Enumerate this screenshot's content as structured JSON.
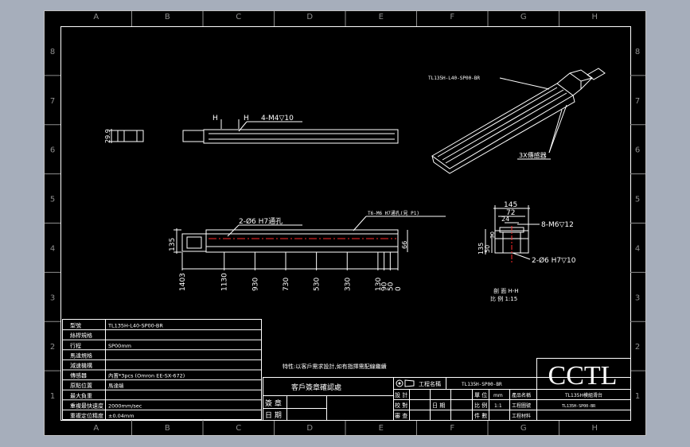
{
  "colors": {
    "background": "#a6aebb",
    "sheet": "#000000",
    "line": "#ffffff",
    "frame": "#c0c0c0",
    "centerline": "#ff2a2a"
  },
  "grid": {
    "columns": [
      "A",
      "B",
      "C",
      "D",
      "E",
      "F",
      "G",
      "H"
    ],
    "rows": [
      "8",
      "7",
      "6",
      "5",
      "4",
      "3",
      "2",
      "1"
    ]
  },
  "iso_view": {
    "model_label": "TL135H-L40-SP00-BR",
    "sensor_label": "3X傳感器"
  },
  "side_view": {
    "dim_height": "29.9",
    "label_h_left": "H",
    "label_h_right": "H",
    "thread_callout": "4-M4▽10"
  },
  "front_view": {
    "hole_callout": "2-Ø6 H7通孔",
    "slot_callout": "T6-M6 H7通孔(見 P1)",
    "dim_height_left": "135",
    "dim_height_right": "66",
    "dims": [
      "1403",
      "1130",
      "930",
      "730",
      "530",
      "330",
      "130",
      "90",
      "50",
      "0"
    ]
  },
  "section_view": {
    "width_total": "145",
    "width_mid": "72",
    "width_small": "24",
    "height_total": "135",
    "height_a": "50",
    "height_b": "30",
    "thread_callout": "8-M6▽12",
    "hole_callout": "2-Ø6 H7▽10",
    "section_title": "剖 面 H-H",
    "scale": "比 例 1:15"
  },
  "note": "特性:以客戶需求設計,如有指擇需配線繼續",
  "spec_table": {
    "rows": [
      {
        "label": "型號",
        "value": "TL135H-L40-SP00-BR"
      },
      {
        "label": "絲桿規格",
        "value": ""
      },
      {
        "label": "行程",
        "value": "SP00mm"
      },
      {
        "label": "馬達規格",
        "value": ""
      },
      {
        "label": "減速機構",
        "value": ""
      },
      {
        "label": "傳感器",
        "value": "內置*3pcs (Omron EE-SX-672)"
      },
      {
        "label": "原點位置",
        "value": "馬達端"
      },
      {
        "label": "最大負重",
        "value": ""
      },
      {
        "label": "重複最快速度",
        "value": "2000mm/sec"
      },
      {
        "label": "重複定位精度",
        "value": "±0.04mm"
      }
    ]
  },
  "customer_box": {
    "title": "客戶簽章確認處",
    "sign_label": "簽 章",
    "date_label": "日 期"
  },
  "title_block": {
    "project_label": "工程名稱",
    "project_value": "TL135H-SP00-BR",
    "design_label": "設 計",
    "check_label": "校 對",
    "approve_label": "審 查",
    "date_label": "日 期",
    "unit_label": "單 位",
    "unit_value": "mm",
    "scale_label": "比 例",
    "scale_value": "1:1",
    "qty_label": "件 數",
    "product_label": "產品名稱",
    "product_value": "TL135H模組滑台",
    "drawing_no_label": "工程圖號",
    "drawing_no_value": "TL135H-SP00-BR",
    "material_label": "工程材料",
    "logo": "CCTL"
  }
}
